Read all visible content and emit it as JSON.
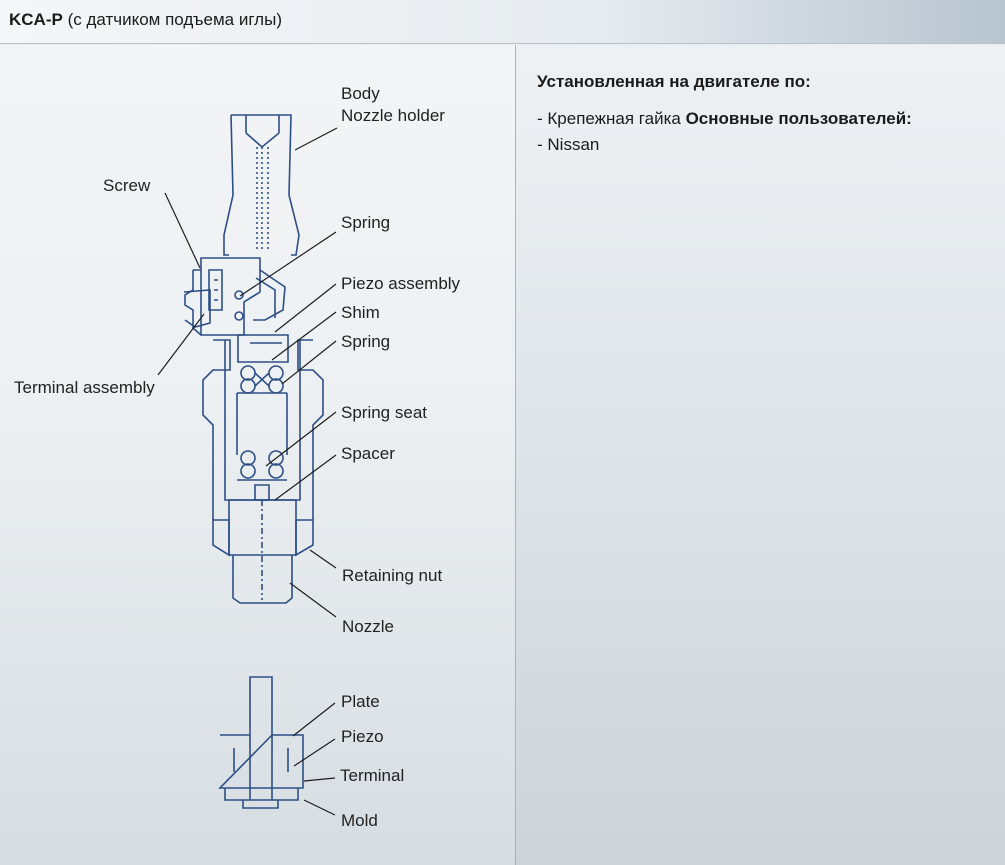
{
  "header": {
    "title_bold": "KCA-P",
    "title_rest": " (с датчиком подъема иглы)"
  },
  "info": {
    "heading": "Установленная на двигателе по:",
    "line1_prefix": "- Крепежная гайка ",
    "line1_bold": "Основные пользователей:",
    "line2": "- Nissan"
  },
  "diagram": {
    "labels": {
      "body": "Body",
      "nozzle_holder": "Nozzle holder",
      "screw": "Screw",
      "spring_top": "Spring",
      "piezo_assembly": "Piezo assembly",
      "shim": "Shim",
      "spring_mid": "Spring",
      "terminal_assembly": "Terminal assembly",
      "spring_seat": "Spring seat",
      "spacer": "Spacer",
      "retaining_nut": "Retaining nut",
      "nozzle": "Nozzle",
      "plate": "Plate",
      "piezo": "Piezo",
      "terminal": "Terminal",
      "mold": "Mold"
    },
    "colors": {
      "line": "#2d4f86",
      "leader": "#1e1e1e"
    }
  }
}
